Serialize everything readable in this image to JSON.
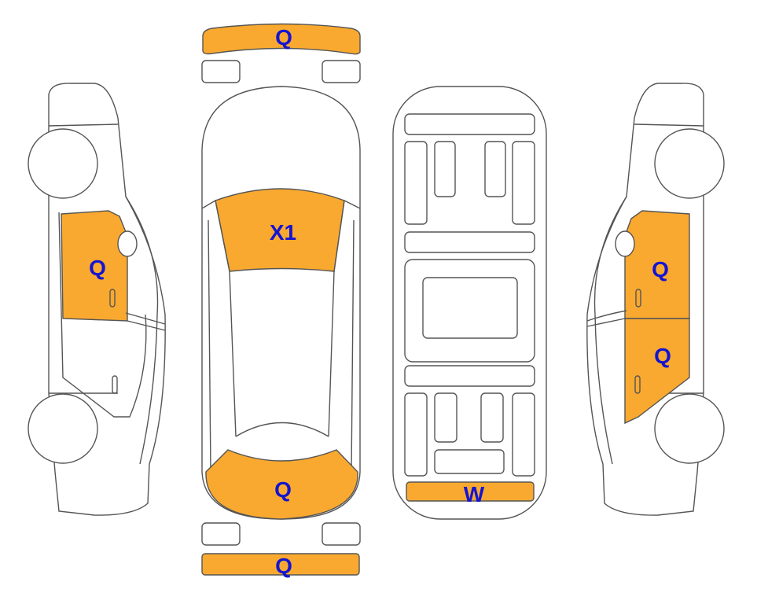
{
  "colors": {
    "damage": "#F9A92F",
    "label": "#1414D2",
    "outline": "#555555"
  },
  "views": {
    "left_side": {
      "front_door": "Q"
    },
    "top": {
      "front_bumper": "Q",
      "windshield": "X1",
      "rear_window": "Q",
      "rear_bumper": "Q"
    },
    "underbody": {
      "rear_panel": "W"
    },
    "right_side": {
      "front_door": "Q",
      "rear_door": "Q"
    }
  }
}
